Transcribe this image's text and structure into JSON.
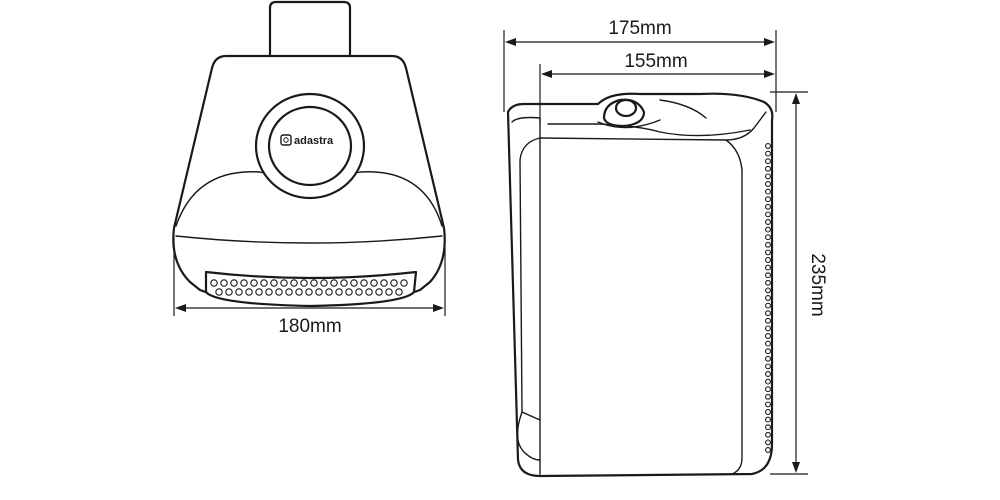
{
  "front_view": {
    "brand_logo_text": "adastra",
    "width_dimension": "180mm"
  },
  "side_view": {
    "overall_depth_dimension": "175mm",
    "body_depth_dimension": "155mm",
    "height_dimension": "235mm"
  }
}
